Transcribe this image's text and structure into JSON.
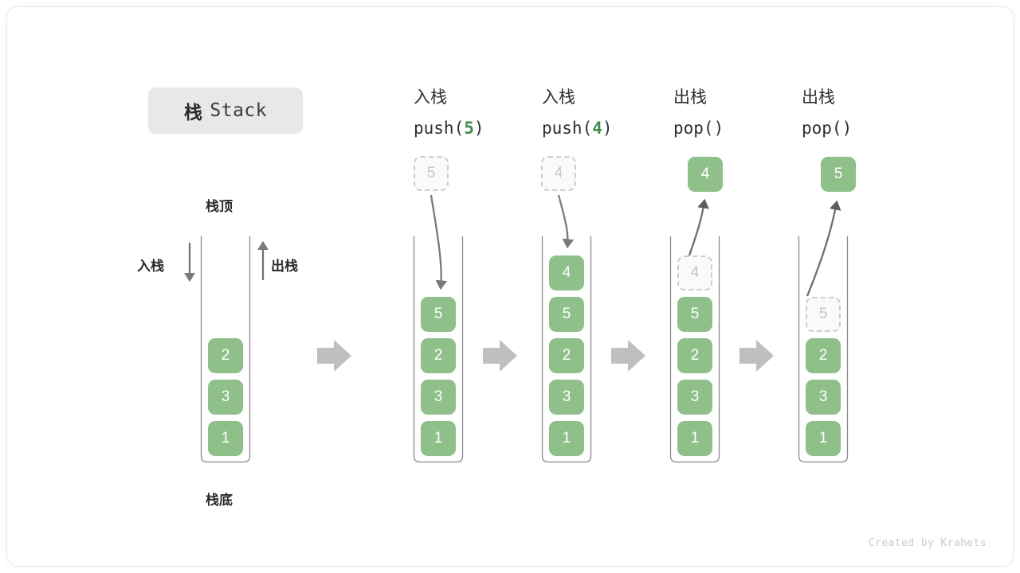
{
  "title": {
    "cn": "栈",
    "en": "Stack"
  },
  "labels": {
    "top": "栈顶",
    "bottom": "栈底",
    "push": "入栈",
    "pop": "出栈"
  },
  "footer": "Created by Krahets",
  "colors": {
    "cell_fill": "#8fc08a",
    "cell_text": "#ffffff",
    "ghost_border": "#cccccc",
    "ghost_text": "#c6c6c6",
    "accent_green": "#3f8f4f",
    "arrow_gray": "#7a7a7a",
    "block_arrow_gray": "#bfbfbf",
    "badge_bg": "#e8e8e8",
    "card_border": "#ebebeb"
  },
  "columns": [
    {
      "id": "initial",
      "head_cn": "",
      "head_code": "",
      "stack": [
        "2",
        "3",
        "1"
      ],
      "ghost": null,
      "popped": null,
      "has_side_labels": true
    },
    {
      "id": "push-5",
      "head_cn": "入栈",
      "head_code": "push(5)",
      "head_code_num": "5",
      "stack": [
        "5",
        "2",
        "3",
        "1"
      ],
      "ghost": {
        "value": "5",
        "position": "above"
      },
      "popped": null,
      "has_side_labels": false
    },
    {
      "id": "push-4",
      "head_cn": "入栈",
      "head_code": "push(4)",
      "head_code_num": "4",
      "stack": [
        "4",
        "5",
        "2",
        "3",
        "1"
      ],
      "ghost": {
        "value": "4",
        "position": "above"
      },
      "popped": null,
      "has_side_labels": false
    },
    {
      "id": "pop-4",
      "head_cn": "出栈",
      "head_code": "pop()",
      "head_code_num": "",
      "stack": [
        "5",
        "2",
        "3",
        "1"
      ],
      "ghost": {
        "value": "4",
        "position": "in-stack-top"
      },
      "popped": {
        "value": "4"
      },
      "has_side_labels": false
    },
    {
      "id": "pop-5",
      "head_cn": "出栈",
      "head_code": "pop()",
      "head_code_num": "",
      "stack": [
        "2",
        "3",
        "1"
      ],
      "ghost": {
        "value": "5",
        "position": "in-stack-top"
      },
      "popped": {
        "value": "5"
      },
      "has_side_labels": false
    }
  ],
  "separators": [
    {
      "index": 0
    },
    {
      "index": 1
    },
    {
      "index": 2
    },
    {
      "index": 3
    }
  ]
}
